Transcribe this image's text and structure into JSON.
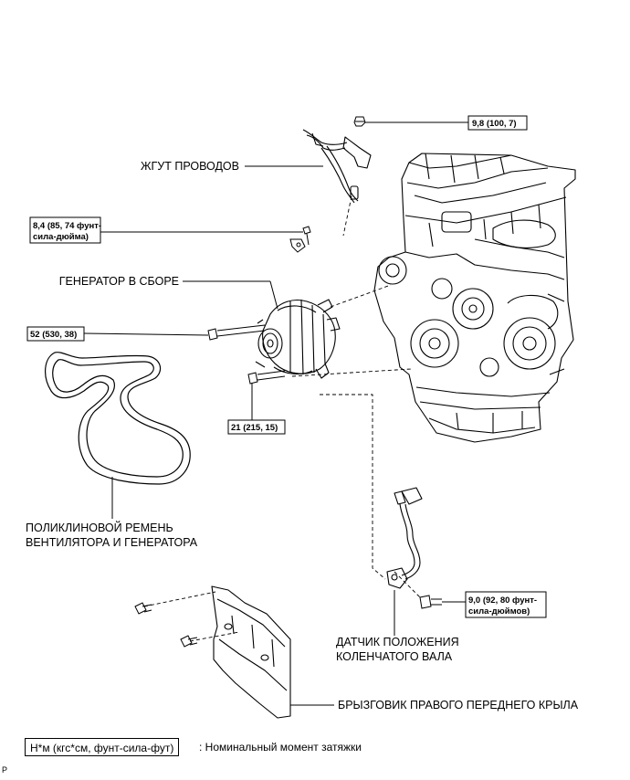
{
  "labels": {
    "wire_harness": "ЖГУТ ПРОВОДОВ",
    "generator_assembly": "ГЕНЕРАТОР В СБОРЕ",
    "belt_line1": "ПОЛИКЛИНОВОЙ РЕМЕНЬ",
    "belt_line2": "ВЕНТИЛЯТОРА И ГЕНЕРАТОРА",
    "crank_sensor_line1": "ДАТЧИК ПОЛОЖЕНИЯ",
    "crank_sensor_line2": "КОЛЕНЧАТОГО ВАЛА",
    "splash_shield": "БРЫЗГОВИК ПРАВОГО ПЕРЕДНЕГО КРЫЛА"
  },
  "torques": {
    "nut_top": "9,8 (100, 7)",
    "bracket_line1": "8,4 (85, 74 фунт-",
    "bracket_line2": "сила-дюйма)",
    "bolt_upper": "52 (530, 38)",
    "bolt_lower": "21 (215, 15)",
    "sensor_line1": "9,0 (92, 80 фунт-",
    "sensor_line2": "сила-дюймов)"
  },
  "legend": {
    "unit_box": "Н*м (кгс*см, фунт-сила-фут)",
    "description": ": Номинальный момент затяжки"
  },
  "page_mark": "P"
}
